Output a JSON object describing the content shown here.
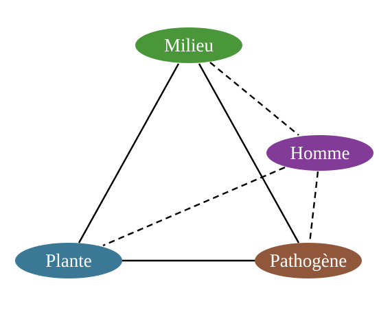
{
  "diagram": {
    "nodes": [
      {
        "id": "milieu",
        "label": "Milieu",
        "color": "#4a973a"
      },
      {
        "id": "homme",
        "label": "Homme",
        "color": "#823b96"
      },
      {
        "id": "plante",
        "label": "Plante",
        "color": "#3a7896"
      },
      {
        "id": "pathogene",
        "label": "Pathogène",
        "color": "#91573a"
      }
    ],
    "edges": [
      {
        "from": "milieu",
        "to": "plante",
        "style": "solid"
      },
      {
        "from": "milieu",
        "to": "pathogene",
        "style": "solid"
      },
      {
        "from": "plante",
        "to": "pathogene",
        "style": "solid"
      },
      {
        "from": "milieu",
        "to": "homme",
        "style": "dashed"
      },
      {
        "from": "homme",
        "to": "plante",
        "style": "dashed"
      },
      {
        "from": "homme",
        "to": "pathogene",
        "style": "dashed"
      }
    ]
  }
}
